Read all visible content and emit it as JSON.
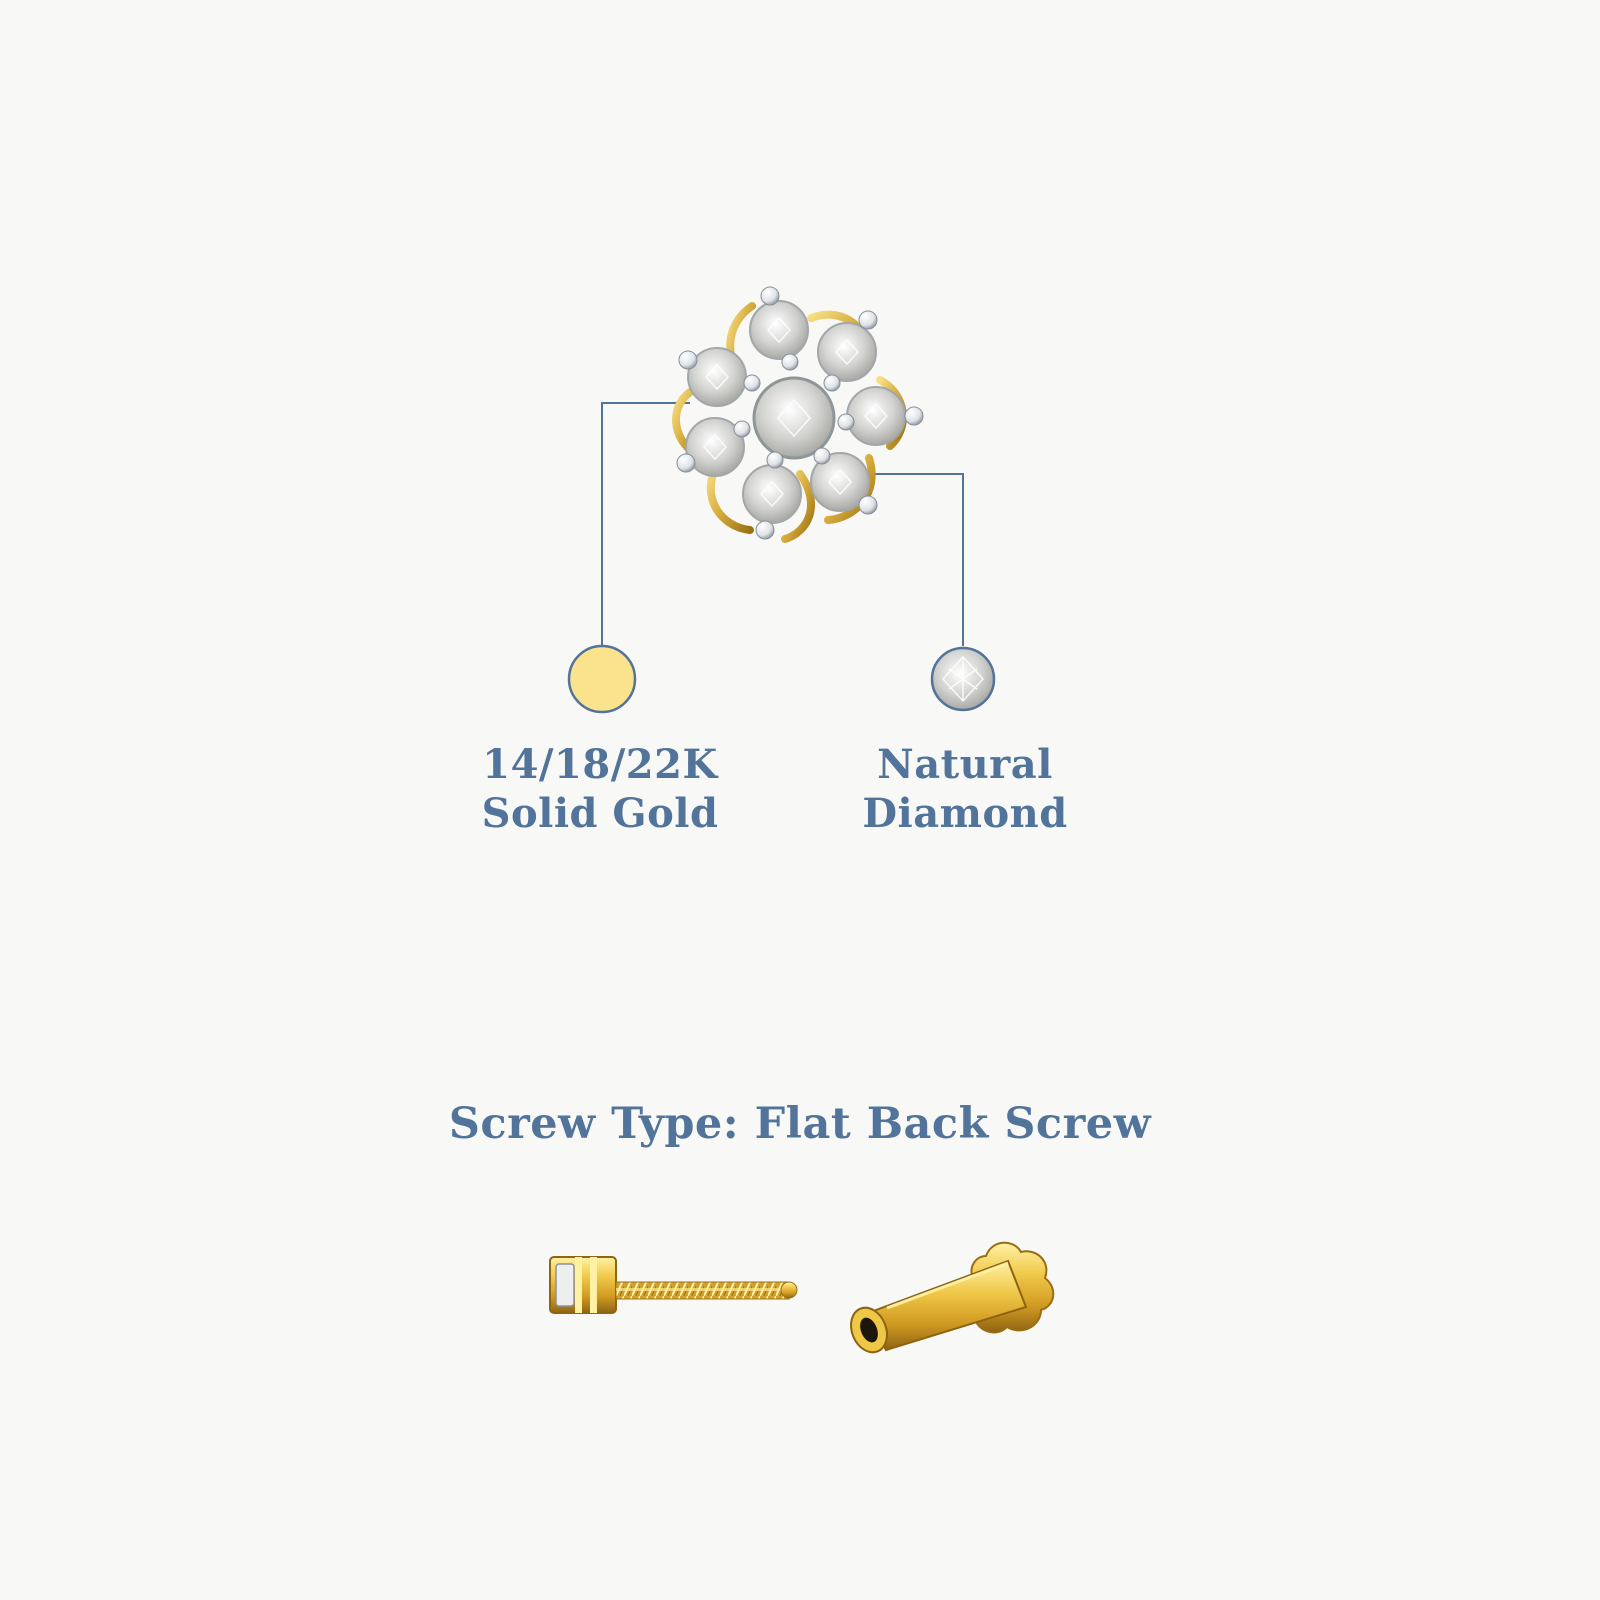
{
  "materials": {
    "gold": {
      "line1": "14/18/22K",
      "line2": "Solid Gold",
      "swatch_color": "#fbe38d"
    },
    "diamond": {
      "line1": "Natural",
      "line2": "Diamond"
    }
  },
  "screw": {
    "title": "Screw Type: Flat Back Screw"
  },
  "colors": {
    "text": "#52739a",
    "connector": "#52739a",
    "background": "#f8f8f7",
    "gold": "#d9b23e",
    "white_metal": "#eceff2"
  },
  "icons": {
    "product": "flower-nose-pin-icon",
    "gold_swatch": "gold-swatch-icon",
    "diamond_swatch": "diamond-swatch-icon",
    "screw_pin": "screw-pin-icon",
    "flat_back": "flat-back-icon"
  }
}
